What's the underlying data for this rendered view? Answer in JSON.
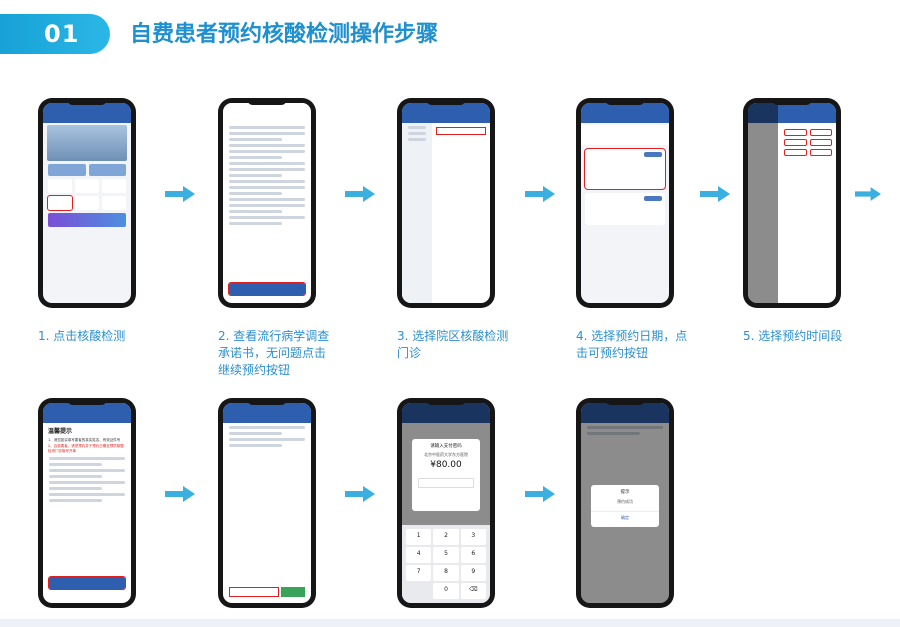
{
  "header": {
    "number": "01",
    "title": "自费患者预约核酸检测操作步骤"
  },
  "steps": [
    {
      "caption_lines": [
        "1. 点击核酸检测"
      ]
    },
    {
      "caption_lines": [
        "2. 查看流行病学调查",
        "承诺书，无问题点击",
        "继续预约按钮"
      ]
    },
    {
      "caption_lines": [
        "3. 选择院区核酸检测",
        "门诊"
      ]
    },
    {
      "caption_lines": [
        "4. 选择预约日期，点",
        "击可预约按钮"
      ]
    },
    {
      "caption_lines": [
        "5. 选择预约时间段"
      ]
    }
  ],
  "screens": {
    "payment_title": "请输入支付密码",
    "payment_hospital": "北京中医药大学东方医院",
    "payment_amount": "¥80.00",
    "success_title": "提示",
    "success_msg": "预约成功",
    "success_btn": "确定",
    "keys": [
      "1",
      "2",
      "3",
      "4",
      "5",
      "6",
      "7",
      "8",
      "9",
      "",
      "0",
      "⌫"
    ],
    "notice_title": "温馨提示",
    "notice_item1": "1、请您如实填写患者的真实姓名、有效证件号",
    "notice_item2": "2、自费患者，请您预约并于预约日期至预防核酸检测门诊取号开单"
  }
}
